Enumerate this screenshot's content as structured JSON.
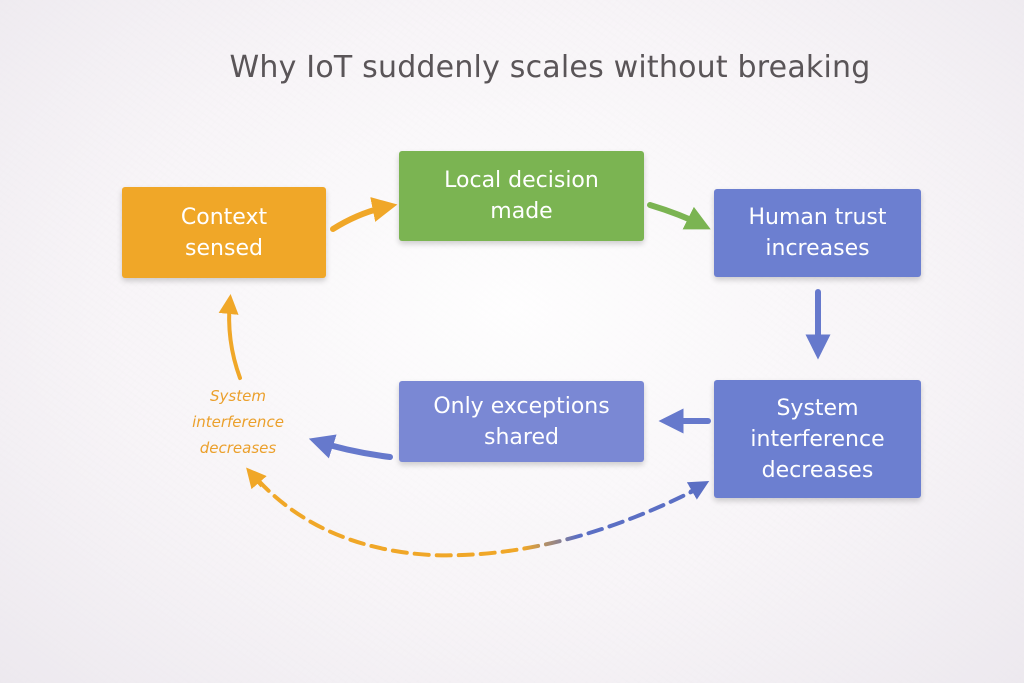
{
  "diagram": {
    "title": "Why IoT suddenly scales without breaking",
    "nodes": {
      "context": "Context\nsensed",
      "local_decision": "Local decision\nmade",
      "human_trust": "Human trust\nincreases",
      "system_interference": "System\ninterference\ndecreases",
      "only_exceptions": "Only exceptions\nshared"
    },
    "side_label": "System\ninterference\ndecreases"
  },
  "colors": {
    "orange": "#f0a728",
    "green": "#7bb452",
    "blue": "#6c7fd0"
  }
}
